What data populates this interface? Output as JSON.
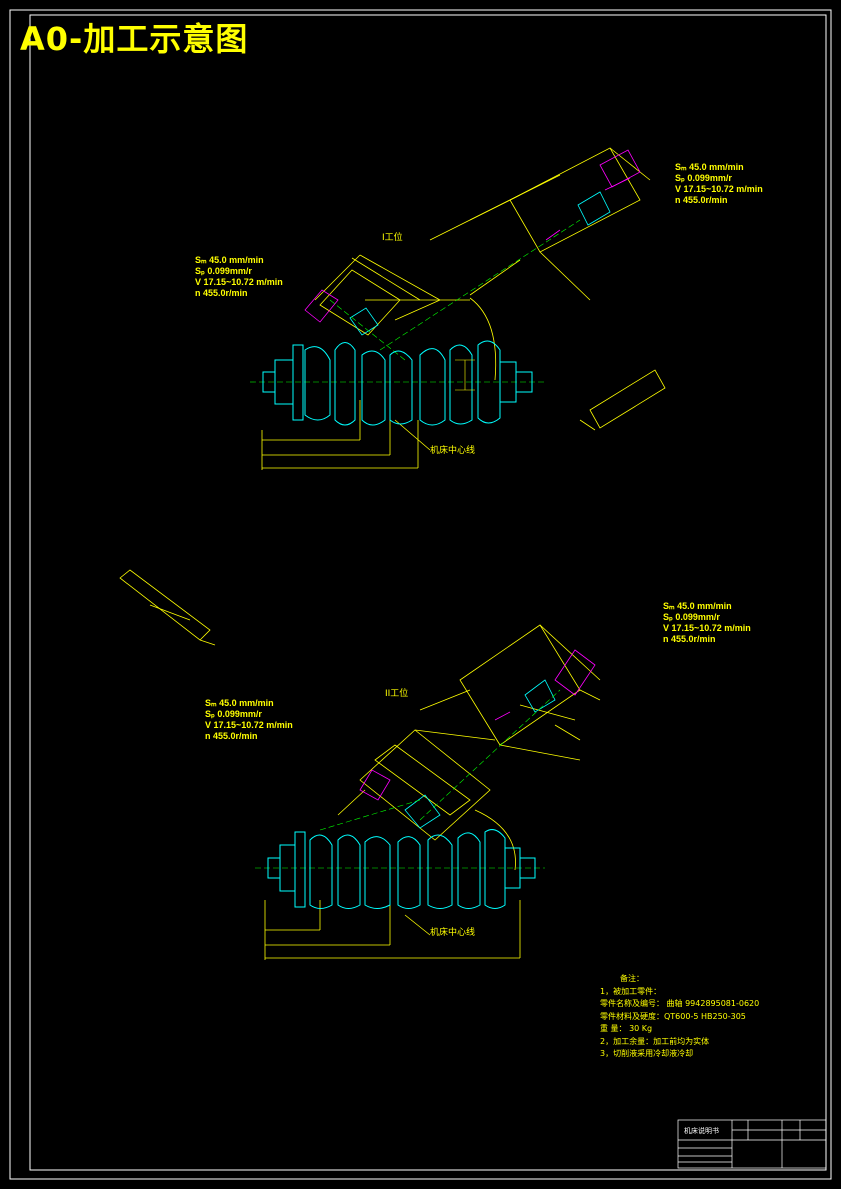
{
  "title": "A0-加工示意图",
  "station1": {
    "label": "I工位",
    "params_left": [
      "Sₘ  45.0 mm/min",
      "Sₚ  0.099mm/r",
      "V    17.15~10.72 m/min",
      "n      455.0r/min"
    ],
    "params_right": [
      "Sₘ  45.0 mm/min",
      "Sₚ  0.099mm/r",
      "V    17.15~10.72 m/min",
      "n      455.0r/min"
    ],
    "center_label": "机床中心线"
  },
  "station2": {
    "label": "II工位",
    "params_left": [
      "Sₘ  45.0 mm/min",
      "Sₚ  0.099mm/r",
      "V    17.15~10.72 m/min",
      "n      455.0r/min"
    ],
    "params_right": [
      "Sₘ  45.0 mm/min",
      "Sₚ  0.099mm/r",
      "V    17.15~10.72 m/min",
      "n      455.0r/min"
    ],
    "center_label": "机床中心线"
  },
  "notes": {
    "heading": "备注：",
    "lines": [
      "1，被加工零件：",
      "     零件名称及编号：  曲轴   9942895081-0620",
      "     零件材料及硬度：QT600-5    HB250-305",
      "     重      量：      30     Kg",
      "2，加工余量：加工前均为实体",
      "3，切削液采用冷却液冷却"
    ]
  },
  "title_block": {
    "name": "机床说明书"
  },
  "colors": {
    "line": "#ffff00",
    "part": "#00ffff",
    "center": "#00ff00",
    "dim": "#ff00ff",
    "frame": "#ffffff"
  }
}
